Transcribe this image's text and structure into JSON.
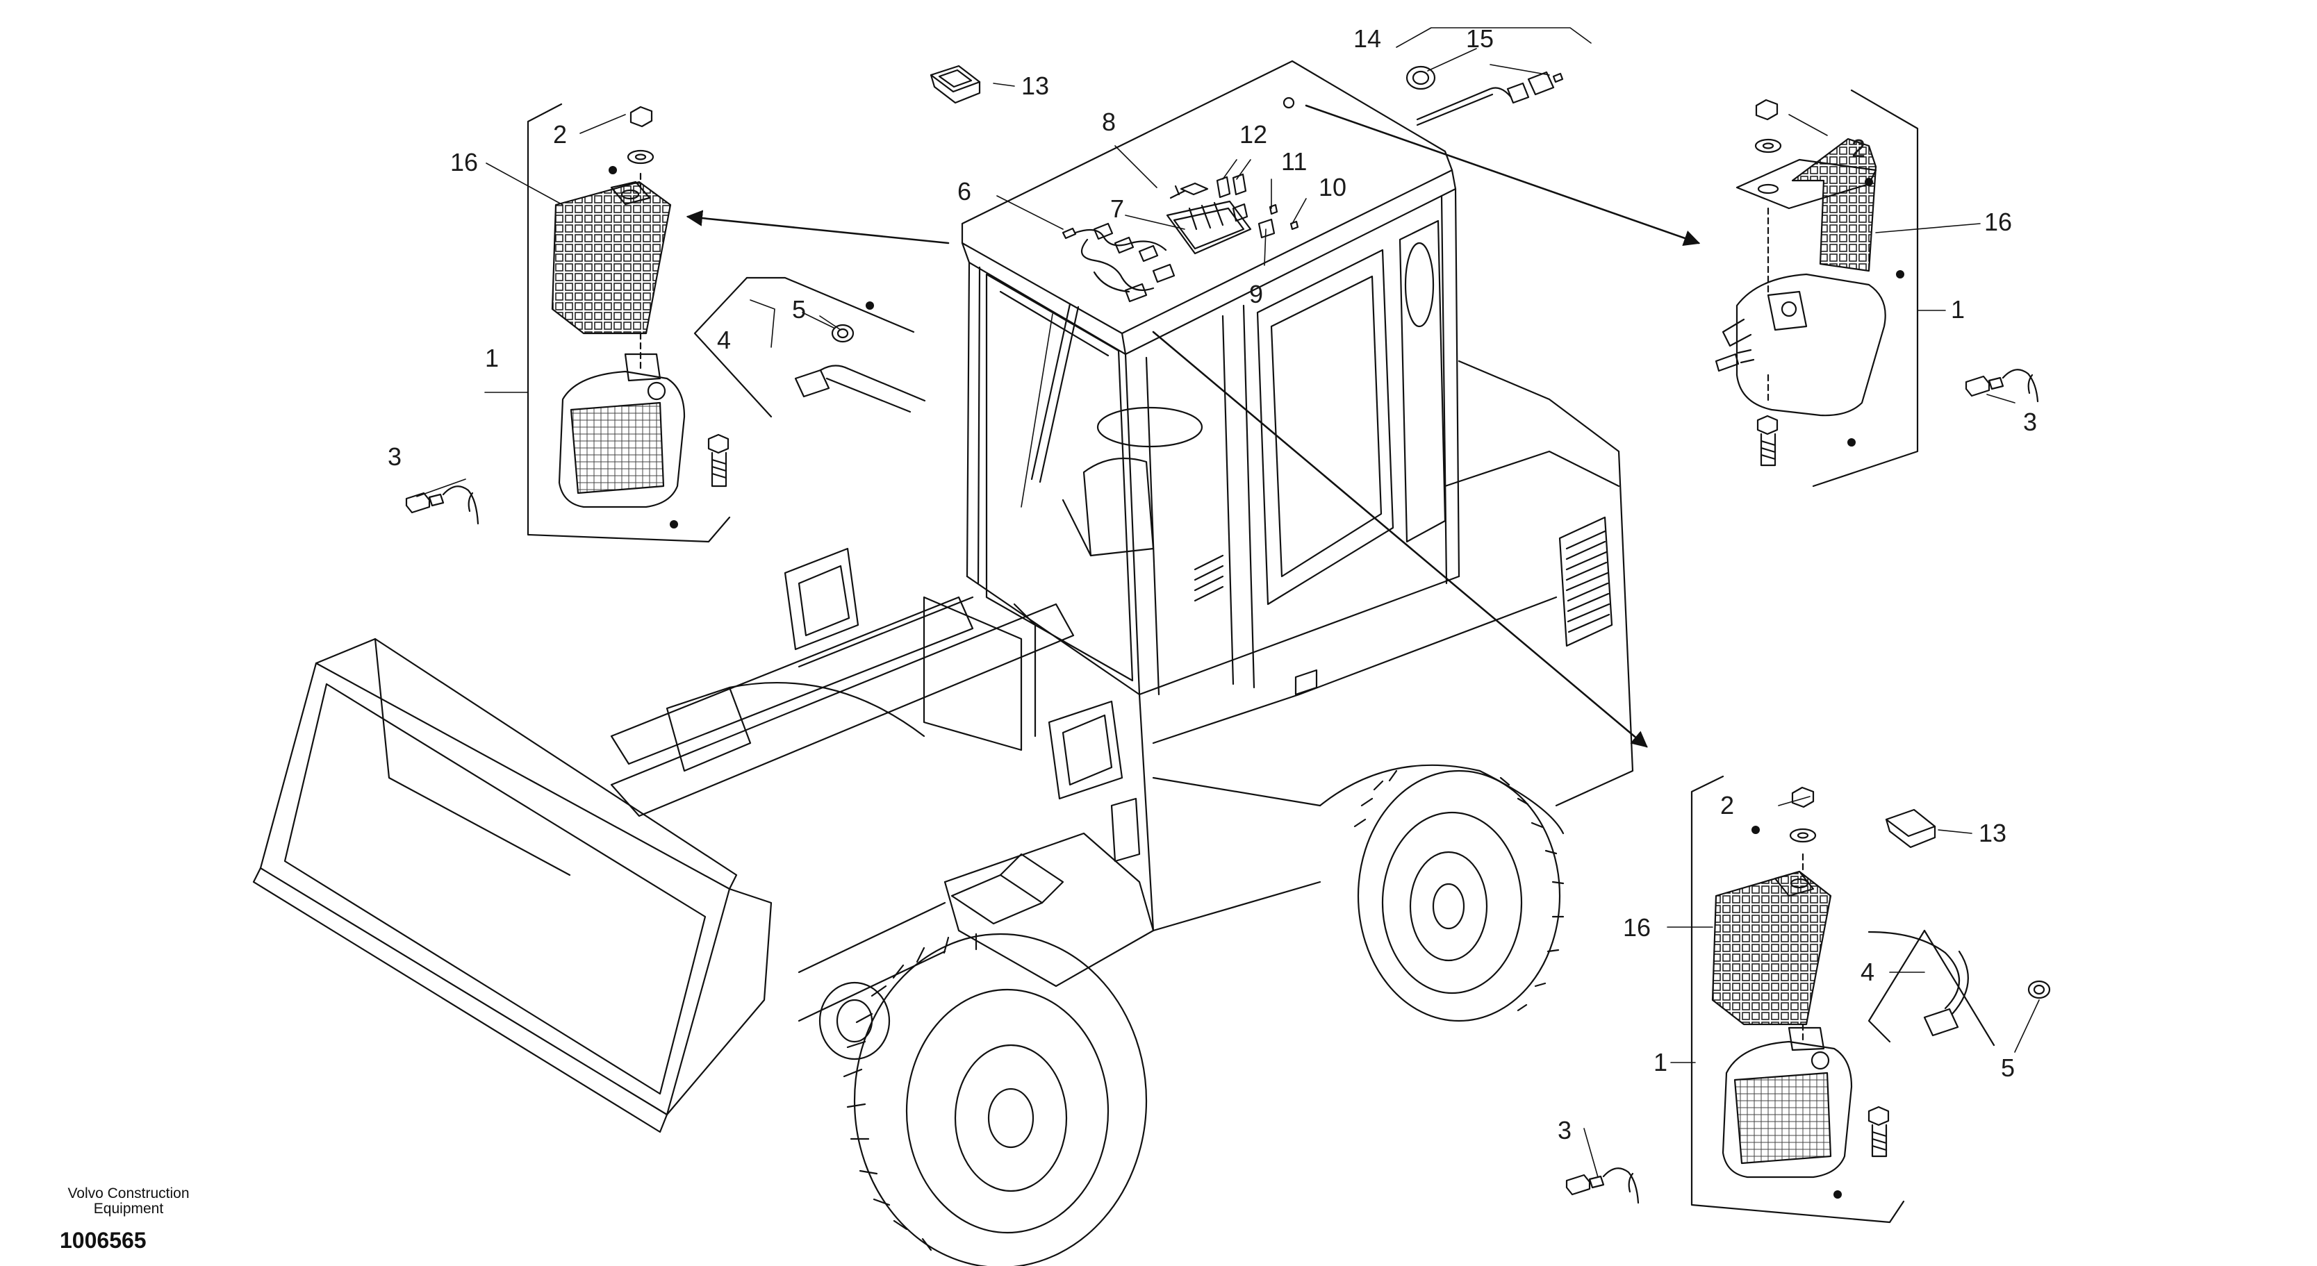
{
  "diagram": {
    "part_numbers": [
      "1",
      "2",
      "3",
      "4",
      "5",
      "6",
      "7",
      "8",
      "9",
      "10",
      "11",
      "12",
      "13",
      "14",
      "15",
      "16"
    ]
  },
  "footer": {
    "brand_line1": "Volvo Construction",
    "brand_line2": "Equipment",
    "doc_number": "1006565"
  }
}
